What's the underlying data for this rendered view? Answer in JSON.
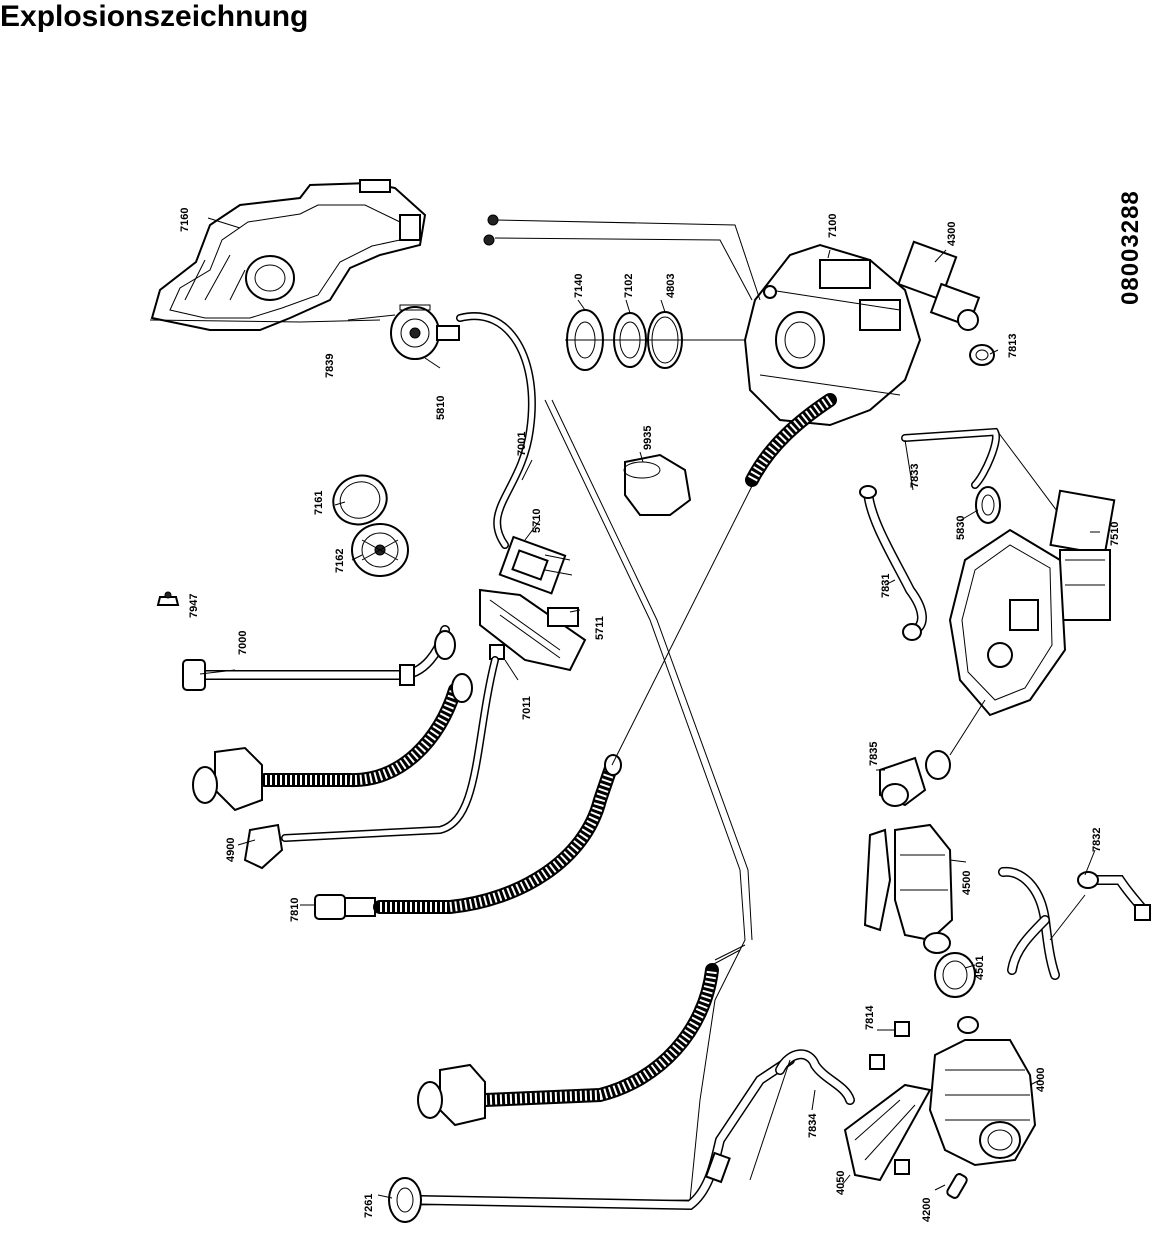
{
  "title": "Explosionszeichnung",
  "document_number": "08003288",
  "part_labels": {
    "p7160": "7160",
    "p7839": "7839",
    "p5810": "5810",
    "p7001": "7001",
    "p7161": "7161",
    "p7162": "7162",
    "p7947": "7947",
    "p7000": "7000",
    "p5710": "5710",
    "p5711": "5711",
    "p7011": "7011",
    "p4900": "4900",
    "p7810": "7810",
    "p7261": "7261",
    "p7140": "7140",
    "p7102": "7102",
    "p4803": "4803",
    "p9935": "9935",
    "p7100": "7100",
    "p4300": "4300",
    "p7813": "7813",
    "p7833": "7833",
    "p5830": "5830",
    "p7510": "7510",
    "p7831": "7831",
    "p7835": "7835",
    "p4500": "4500",
    "p7832": "7832",
    "p4501": "4501",
    "p7814": "7814",
    "p4000": "4000",
    "p7834": "7834",
    "p4050": "4050",
    "p4200": "4200"
  }
}
